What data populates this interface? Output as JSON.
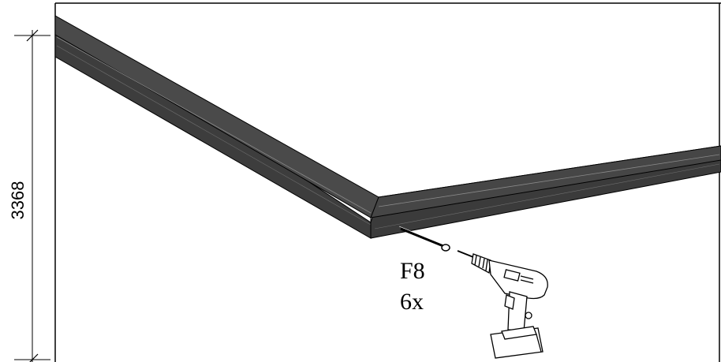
{
  "dimension": {
    "value": "3368"
  },
  "fastener": {
    "code": "F8",
    "quantity": "6x"
  },
  "colors": {
    "beam_front": "#3e3e3e",
    "beam_top": "#555555",
    "beam_highlight": "#8a8a8a",
    "line": "#000000",
    "background": "#ffffff"
  },
  "icons": {
    "tool": "cordless-drill-icon",
    "fastener": "screw-icon"
  }
}
